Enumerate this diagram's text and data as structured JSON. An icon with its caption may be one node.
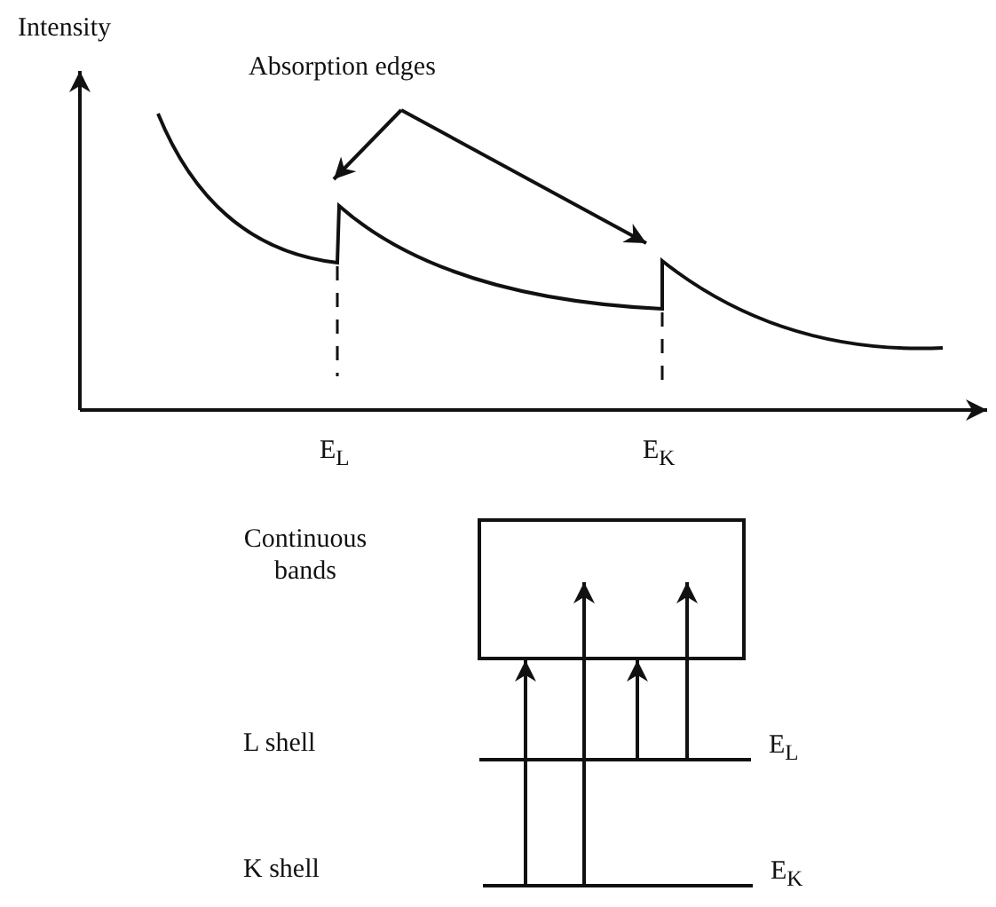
{
  "diagram": {
    "nodes": [
      {
        "text": [
          "Absorption edges"
        ]
      },
      {
        "text": [],
        "shape": "box"
      },
      {
        "text": [
          "E$_{L}$"
        ]
      },
      {
        "text": [
          "E$_{K}$"
        ]
      }
    ],
    "edges": [
      {
        "from": 0,
        "to": null,
        "arrow": "to"
      },
      {
        "from": 0,
        "to": null,
        "arrow": "to"
      },
      {
        "from": 3,
        "to": 1,
        "arrow": "to"
      },
      {
        "from": 3,
        "to": 1,
        "arrow": "to"
      },
      {
        "from": 2,
        "to": 1,
        "arrow": "to"
      },
      {
        "from": 2,
        "to": 1,
        "arrow": "to"
      }
    ],
    "labels": [
      "Intensity",
      "E$_{L}$",
      "E$_{K}$",
      "Continuous bands",
      "L shell",
      "K shell"
    ]
  }
}
